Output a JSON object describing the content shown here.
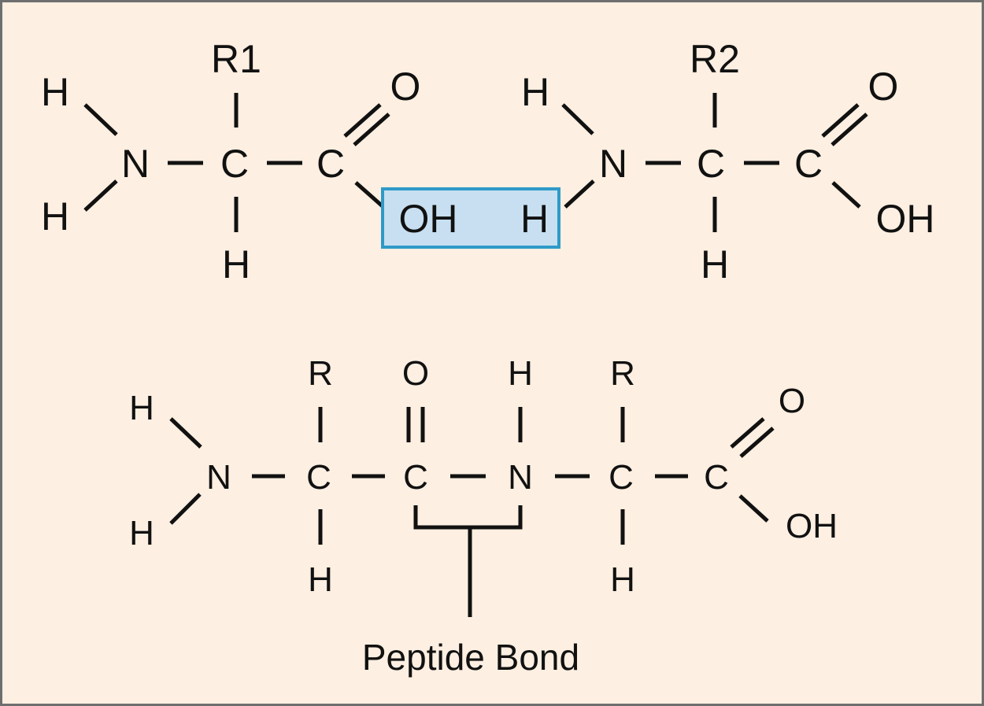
{
  "reactants": {
    "aa1": {
      "r": "R1",
      "h_top": "H",
      "n": "N",
      "h_bottom": "H",
      "c_alpha": "C",
      "h_alpha": "H",
      "c_carbonyl": "C",
      "o": "O",
      "oh": "OH"
    },
    "aa2": {
      "r": "R2",
      "h_top": "H",
      "n": "N",
      "h_removed": "H",
      "c_alpha": "C",
      "h_alpha": "H",
      "c_carbonyl": "C",
      "o": "O",
      "oh": "OH"
    }
  },
  "product": {
    "n_h_top": "H",
    "n_h_bottom": "H",
    "n1": "N",
    "c1": "C",
    "r1": "R",
    "h1": "H",
    "c2": "C",
    "o": "O",
    "n2": "N",
    "h_n2": "H",
    "c3": "C",
    "r2": "R",
    "h3": "H",
    "c4": "C",
    "o_end": "O",
    "oh_end": "OH"
  },
  "caption": "Peptide Bond",
  "colors": {
    "background": "#fdefe1",
    "highlight_fill": "#c7dff0",
    "highlight_border": "#2e9ac8",
    "frame": "#6e6e6e"
  }
}
